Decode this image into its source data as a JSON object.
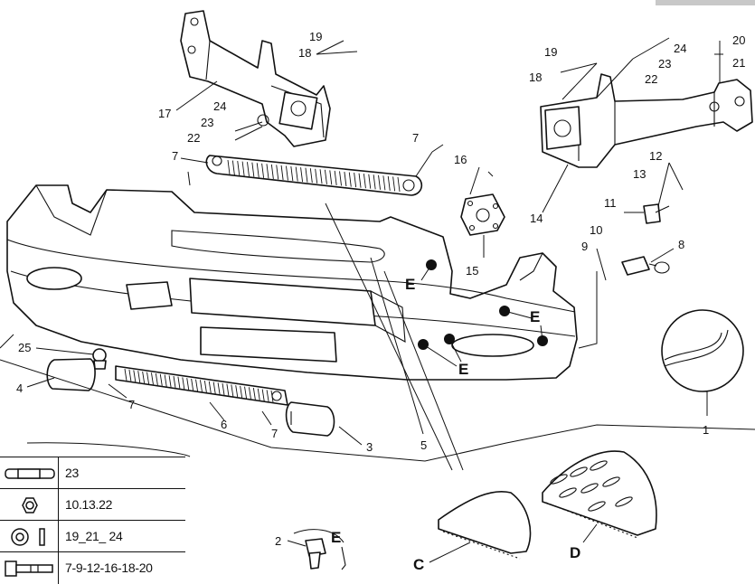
{
  "callouts": {
    "n1": "1",
    "n2": "2",
    "n3": "3",
    "n4": "4",
    "n5": "5",
    "n6": "6",
    "n7": "7",
    "n8": "8",
    "n9": "9",
    "n10": "10",
    "n11": "11",
    "n12": "12",
    "n13": "13",
    "n14": "14",
    "n15": "15",
    "n16": "16",
    "n17": "17",
    "n18": "18",
    "n19": "19",
    "n20": "20",
    "n21": "21",
    "n22": "22",
    "n23": "23",
    "n24": "24",
    "n25": "25"
  },
  "letters": {
    "c": "C",
    "d": "D",
    "e": "E"
  },
  "legend": [
    {
      "icon": "bolt-plate-icon",
      "text": "23"
    },
    {
      "icon": "hex-nut-icon",
      "text": "10.13.22"
    },
    {
      "icon": "washer-icon",
      "text": "19_21_ 24"
    },
    {
      "icon": "bolt-icon",
      "text": "7-9-12-16-18-20"
    }
  ]
}
